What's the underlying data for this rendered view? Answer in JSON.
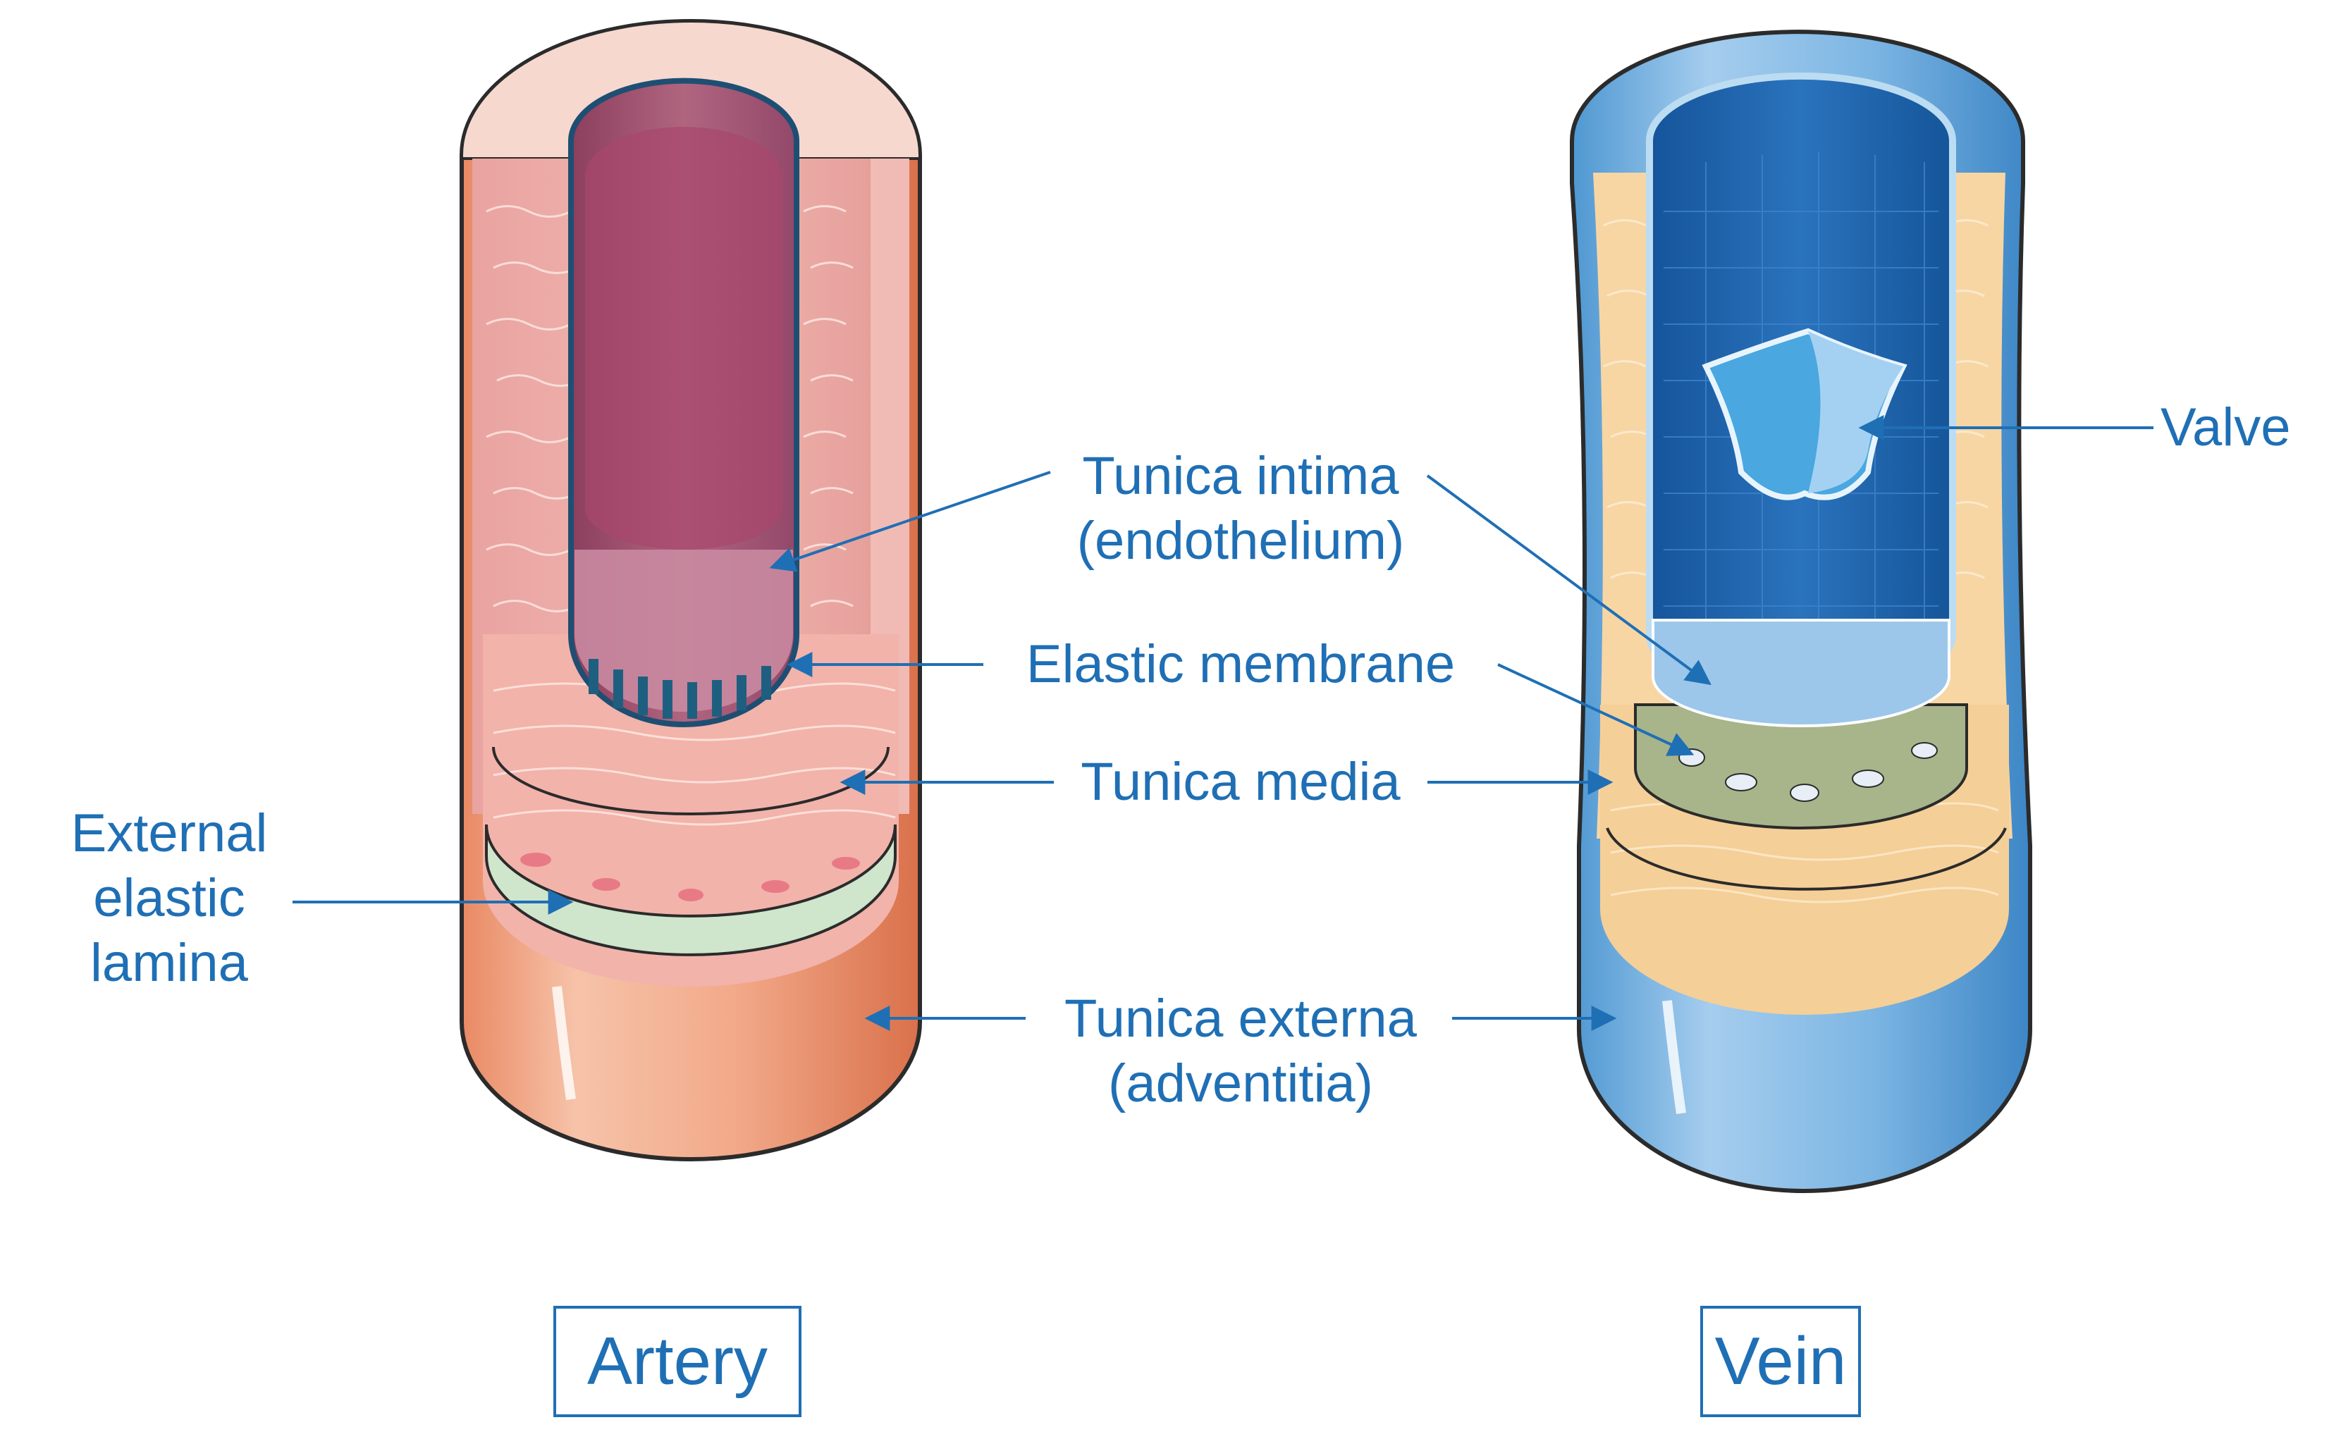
{
  "labels": {
    "tunica_intima": [
      "Tunica intima",
      "(endothelium)"
    ],
    "elastic_membrane": "Elastic membrane",
    "tunica_media": "Tunica media",
    "external_elastic_lamina": [
      "External",
      "elastic",
      "lamina"
    ],
    "tunica_externa": [
      "Tunica externa",
      "(adventitia)"
    ],
    "valve": "Valve"
  },
  "captions": {
    "artery": "Artery",
    "vein": "Vein"
  },
  "colors": {
    "label_blue": "#1f6fb5",
    "artery_outer": "#f3a98a",
    "artery_media": "#f0a3a3",
    "artery_lumen": "#a85a78",
    "vein_outer": "#6fb0e0",
    "vein_media": "#f7d6a4",
    "vein_lumen": "#1b63ad"
  }
}
